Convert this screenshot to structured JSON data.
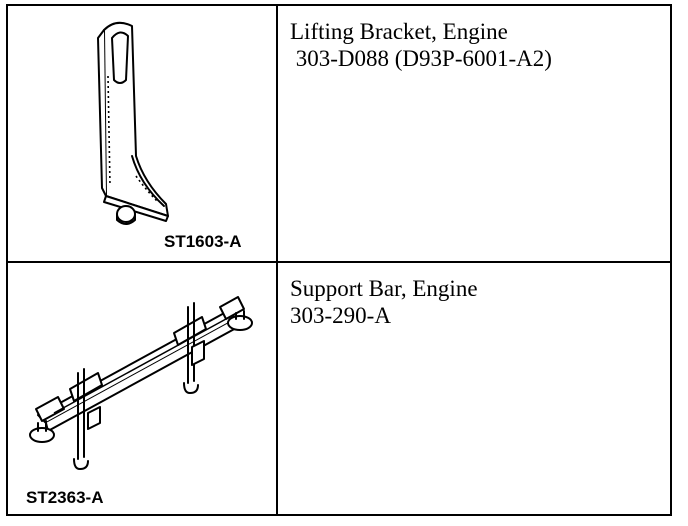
{
  "rows": [
    {
      "name_line": "Lifting Bracket, Engine",
      "number_line": " 303-D088 (D93P-6001-A2)",
      "illustration_id": "ST1603-A",
      "icon": "engine-lifting-bracket-illustration"
    },
    {
      "name_line": "Support Bar, Engine",
      "number_line": "303-290-A",
      "illustration_id": "ST2363-A",
      "icon": "engine-support-bar-illustration"
    }
  ]
}
